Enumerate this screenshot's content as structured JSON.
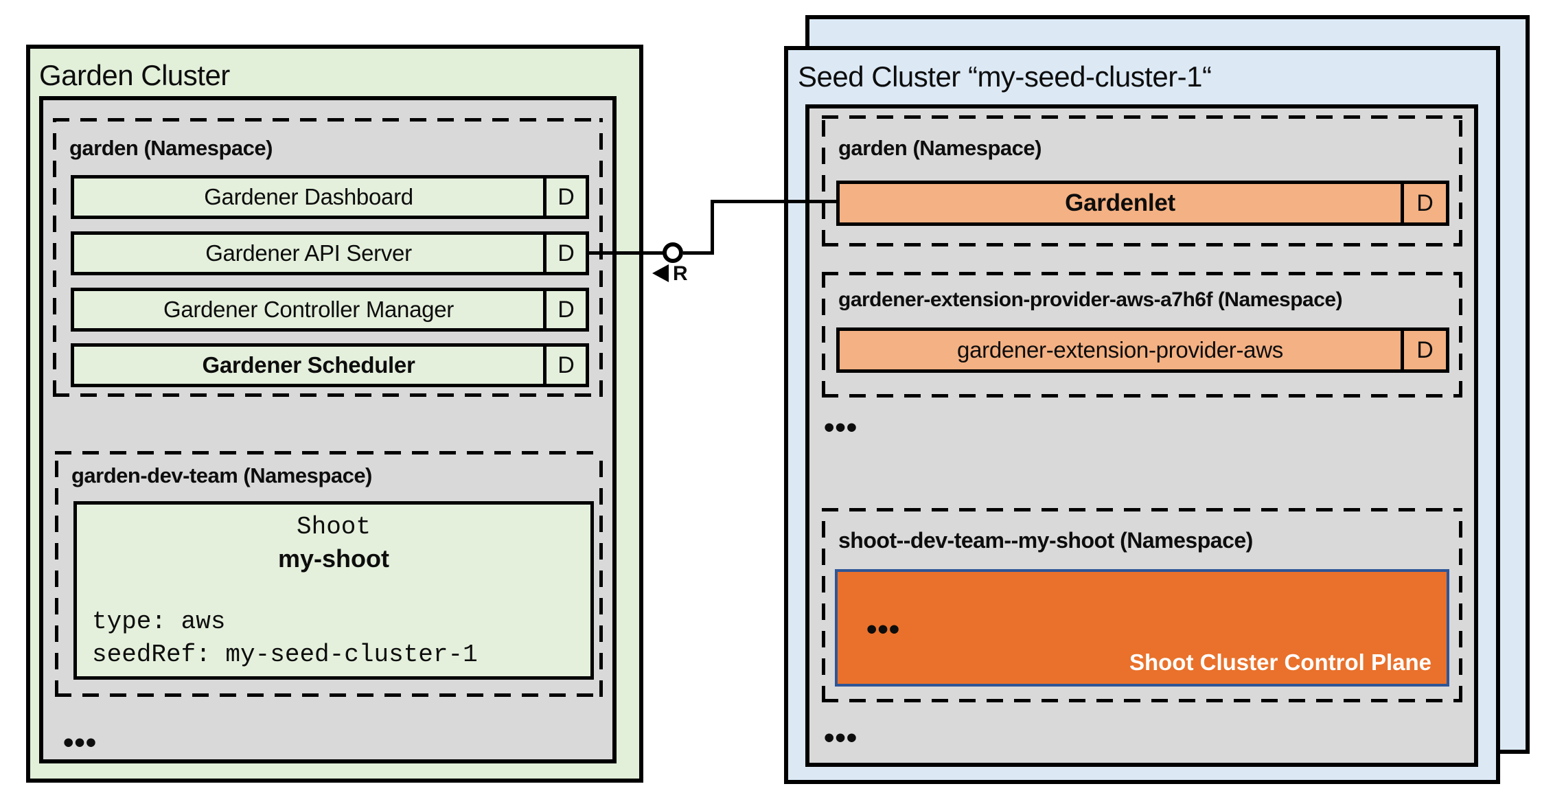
{
  "garden_cluster": {
    "title": "Garden Cluster",
    "ns_garden": {
      "label": "garden (Namespace)",
      "rows": [
        {
          "label": "Gardener Dashboard",
          "badge": "D"
        },
        {
          "label": "Gardener API Server",
          "badge": "D"
        },
        {
          "label": "Gardener Controller Manager",
          "badge": "D"
        },
        {
          "label": "Gardener Scheduler",
          "badge": "D"
        }
      ]
    },
    "ns_dev_team": {
      "label": "garden-dev-team (Namespace)",
      "shoot": {
        "kind": "Shoot",
        "name": "my-shoot",
        "spec_line1": "type: aws",
        "spec_line2": "seedRef: my-seed-cluster-1"
      }
    },
    "ellipsis": "•••"
  },
  "connector": {
    "r_label": "R"
  },
  "seed_cluster": {
    "title": "Seed Cluster “my-seed-cluster-1“",
    "ns_garden": {
      "label": "garden (Namespace)",
      "row": {
        "label": "Gardenlet",
        "badge": "D"
      }
    },
    "ns_extension": {
      "label": "gardener-extension-provider-aws-a7h6f (Namespace)",
      "row": {
        "label": "gardener-extension-provider-aws",
        "badge": "D"
      }
    },
    "ellipsis_mid": "•••",
    "ns_shoot": {
      "label": "shoot--dev-team--my-shoot (Namespace)",
      "control_plane": {
        "ellipsis": "•••",
        "label": "Shoot Cluster Control Plane"
      }
    },
    "ellipsis_bottom": "•••"
  },
  "colors": {
    "garden_fill": "#e2efd9",
    "seed_fill": "#dce9f5",
    "namespace_gray": "#d9d9d9",
    "component_green": "#e4f0dc",
    "component_orange": "#f4b183",
    "control_plane_orange": "#e9712b",
    "control_plane_border": "#2e5596",
    "line_black": "#000000"
  }
}
